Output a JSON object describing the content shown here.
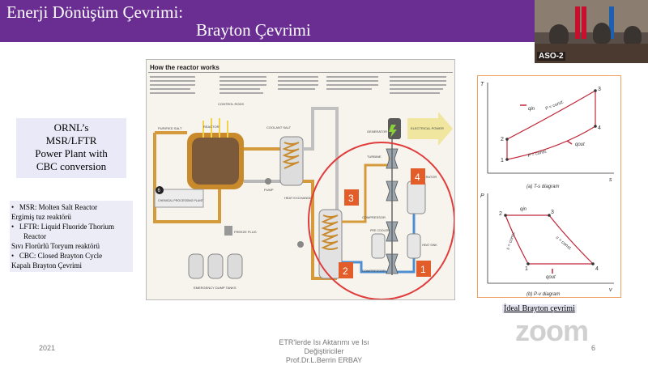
{
  "header": {
    "title_line1": "Enerji Dönüşüm Çevrimi:",
    "title_line2": "Brayton Çevrimi",
    "bg_color": "#6a2e93"
  },
  "video": {
    "participant_label": "ASO-2"
  },
  "left_box": {
    "lines": [
      "ORNL’s",
      "MSR/LFTR",
      "Power Plant with",
      "CBC conversion"
    ]
  },
  "bullets": [
    {
      "abbr": "MSR: Molten Salt Reactor",
      "tr": "Ergimiş tuz reaktörü"
    },
    {
      "abbr": "LFTR: Liquid Fluoride Thorium",
      "abbr2": "Reactor",
      "tr": "Sıvı Florürlü Toryum reaktörü"
    },
    {
      "abbr": "CBC: Closed Brayton Cycle",
      "tr": "Kapalı Brayton Çevrimi"
    }
  ],
  "reactor_figure": {
    "title": "How the reactor works",
    "components": {
      "reactor": "REACTOR",
      "purified_salt": "PURIFIED SALT",
      "coolant_salt": "COOLANT SALT",
      "heat_exchanger": "HEAT EXCHANGER",
      "pump": "PUMP",
      "freeze_plug": "FREEZE PLUG",
      "chemical_plant": "CHEMICAL PROCESSING PLANT",
      "dump_tanks": "EMERGENCY DUMP TANKS",
      "generator": "GENERATOR",
      "electrical_power": "ELECTRICAL POWER",
      "turbine": "TURBINE",
      "compressor": "COMPRESSOR",
      "recuperator": "RECUPERATOR",
      "precooler": "PRE COOLER",
      "heat_sink": "HEAT SINK",
      "control_rods": "CONTROL RODS",
      "step6": "6"
    },
    "markers": [
      "1",
      "2",
      "3",
      "4"
    ],
    "accent": "#e35d2a"
  },
  "cycle_figure": {
    "ts_caption": "(a) T-s diagram",
    "pv_caption": "(b) P-v diagram",
    "ts_axis_x": "s",
    "ts_axis_y": "T",
    "pv_axis_x": "v",
    "pv_axis_y": "P",
    "q_in": "qin",
    "q_out": "qout",
    "p_const": "P = const.",
    "s_const": "s = const.",
    "points": [
      "1",
      "2",
      "3",
      "4"
    ]
  },
  "caption": "İdeal Brayton çevrimi",
  "footer": {
    "year": "2021",
    "course": "ETR'lerde Isı Aktarımı ve Isı Değiştiriciler",
    "author": "Prof.Dr.L.Berrin ERBAY",
    "page": "6"
  },
  "watermark": "zoom"
}
